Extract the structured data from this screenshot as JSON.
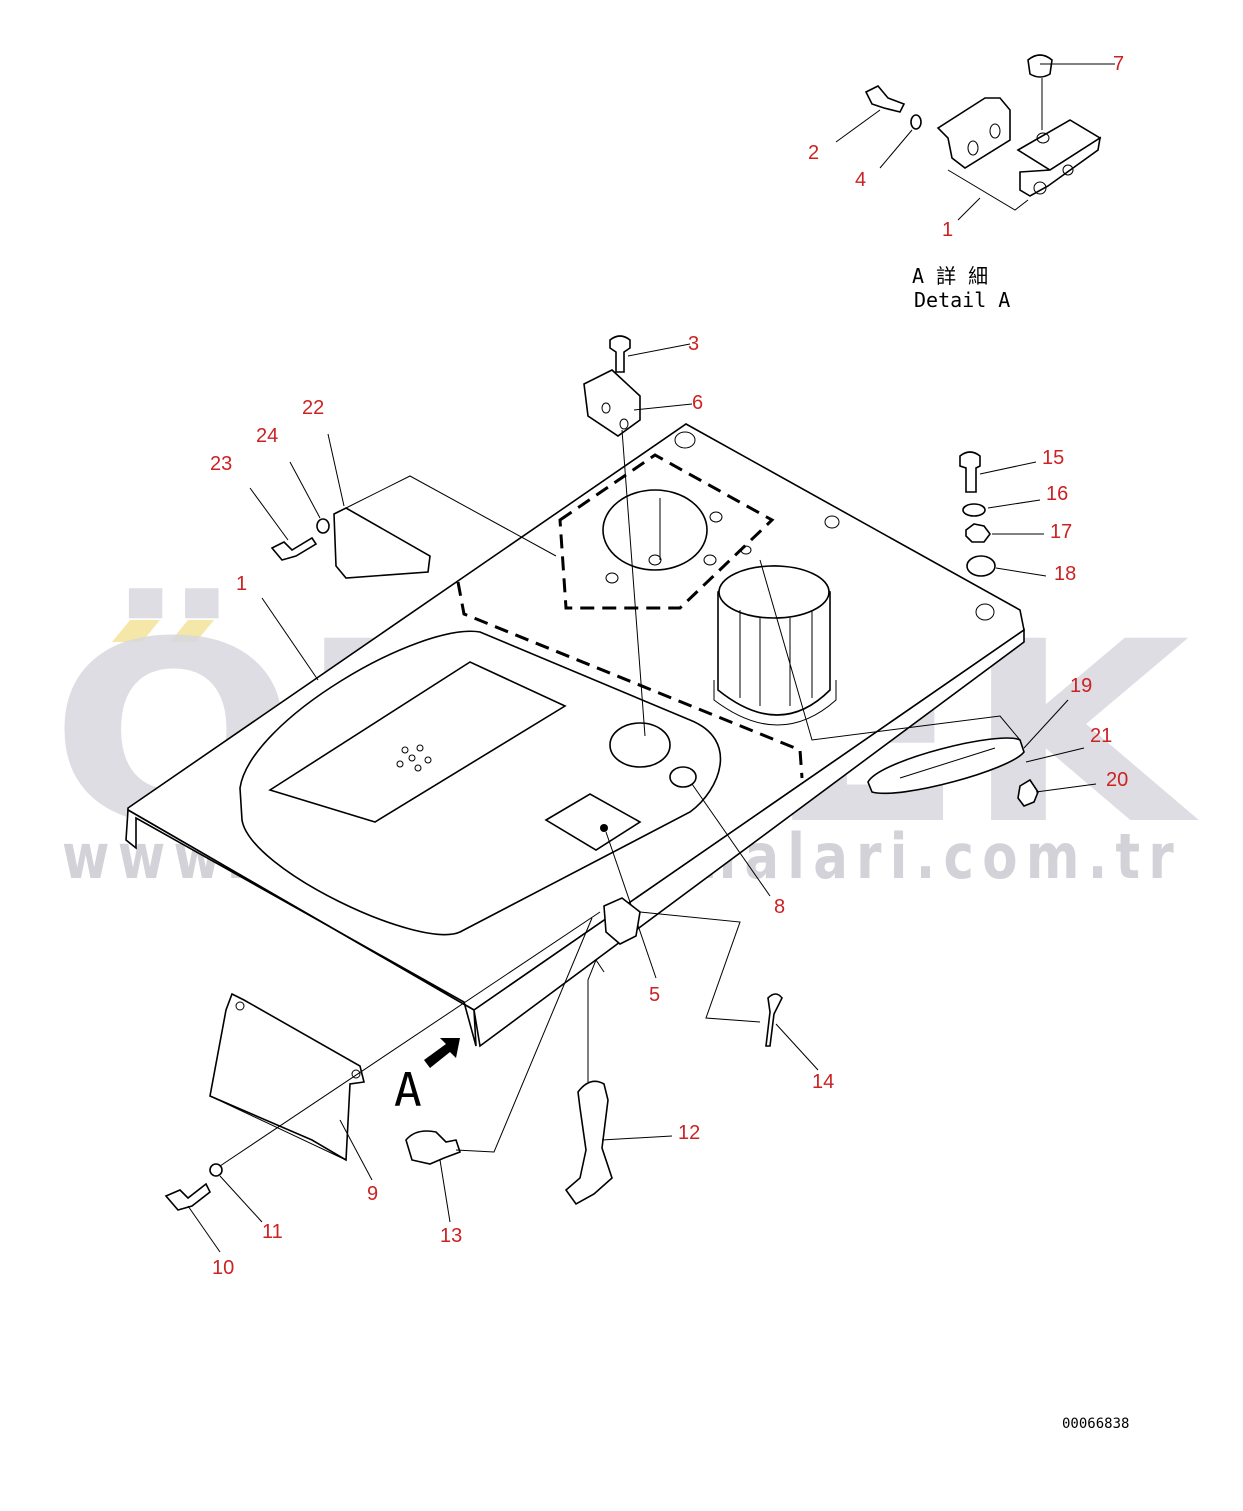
{
  "drawing": {
    "drawing_number": "00066838",
    "detail_title_jp": "A 詳 細",
    "detail_title_en": "Detail A",
    "view_letter": "A"
  },
  "watermark": {
    "brand": "ÖRNEK",
    "url": "www.ornekismakinalari.com.tr"
  },
  "colors": {
    "callout": "#cc2222",
    "watermark": "#d8d8df",
    "watermark_accent": "#f5e7a8"
  },
  "callouts": {
    "c1_detail": "1",
    "c2": "2",
    "c4": "4",
    "c7": "7",
    "c3": "3",
    "c6": "6",
    "c22": "22",
    "c24": "24",
    "c23": "23",
    "c1_main": "1",
    "c15": "15",
    "c16": "16",
    "c17": "17",
    "c18": "18",
    "c19": "19",
    "c21": "21",
    "c20": "20",
    "c8": "8",
    "c5": "5",
    "c14": "14",
    "c12": "12",
    "c9": "9",
    "c11": "11",
    "c13": "13",
    "c10": "10"
  }
}
